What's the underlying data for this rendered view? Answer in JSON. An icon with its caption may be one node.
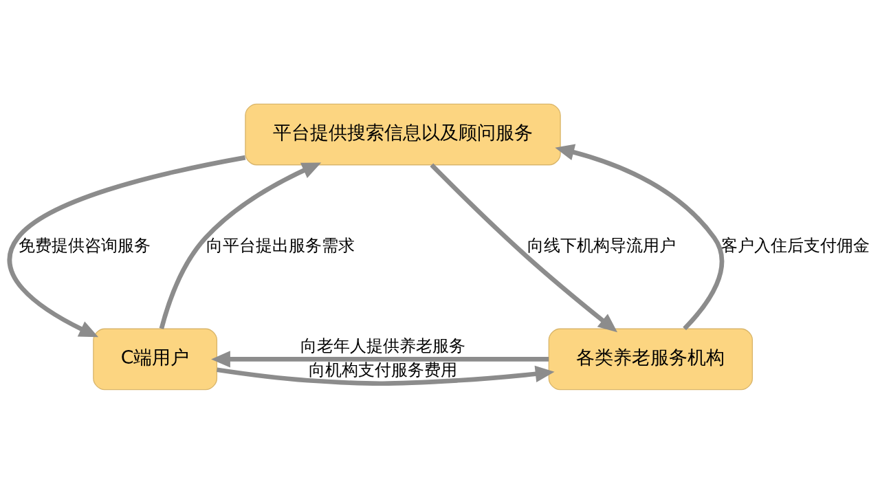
{
  "diagram": {
    "nodes": [
      {
        "text": [
          "平台提供搜索信息以及顾问服务"
        ]
      },
      {
        "text": [
          "C端用户"
        ]
      },
      {
        "text": [
          "各类养老服务机构"
        ]
      }
    ],
    "edges": [
      {
        "from": 1,
        "to": 0,
        "arrow": "to",
        "label": "向平台提出服务需求"
      },
      {
        "from": 0,
        "to": 1,
        "arrow": "to",
        "label": "免费提供咨询服务"
      },
      {
        "from": 0,
        "to": 2,
        "arrow": "to",
        "label": "向线下机构导流用户"
      },
      {
        "from": 2,
        "to": 0,
        "arrow": "to",
        "label": "客户入住后支付佣金"
      },
      {
        "from": 2,
        "to": 1,
        "arrow": "to",
        "label": "向老年人提供养老服务"
      },
      {
        "from": 1,
        "to": 2,
        "arrow": "to",
        "label": "向机构支付服务费用"
      }
    ]
  }
}
